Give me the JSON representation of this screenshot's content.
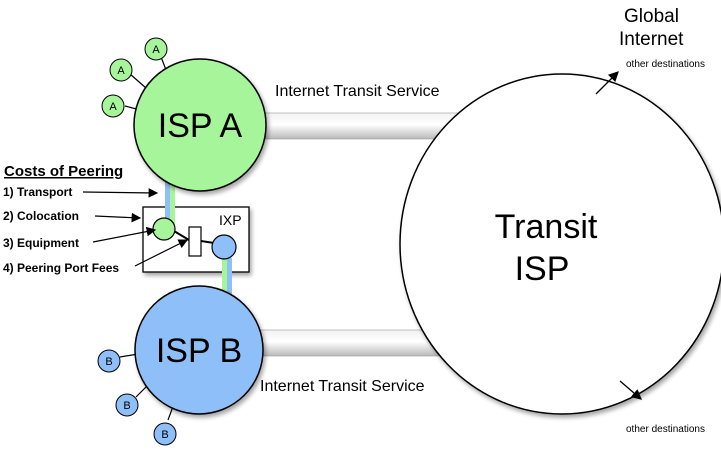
{
  "diagram": {
    "title_line1": "Global",
    "title_line2": "Internet",
    "other_destinations_top": "other destinations",
    "other_destinations_bottom": "other destinations",
    "transit_top": "Internet Transit Service",
    "transit_bottom": "Internet Transit Service",
    "isp_a": "ISP A",
    "isp_b": "ISP B",
    "transit_line1": "Transit",
    "transit_line2": "ISP",
    "ixp": "IXP",
    "small_a": "A",
    "small_b": "B",
    "costs_title": "Costs of Peering",
    "costs": [
      "1) Transport",
      "2) Colocation",
      "3) Equipment",
      "4) Peering Port Fees"
    ]
  },
  "colors": {
    "isp_a_fill": "#a6f59a",
    "isp_b_fill": "#8fbff8",
    "stroke": "#000000"
  }
}
